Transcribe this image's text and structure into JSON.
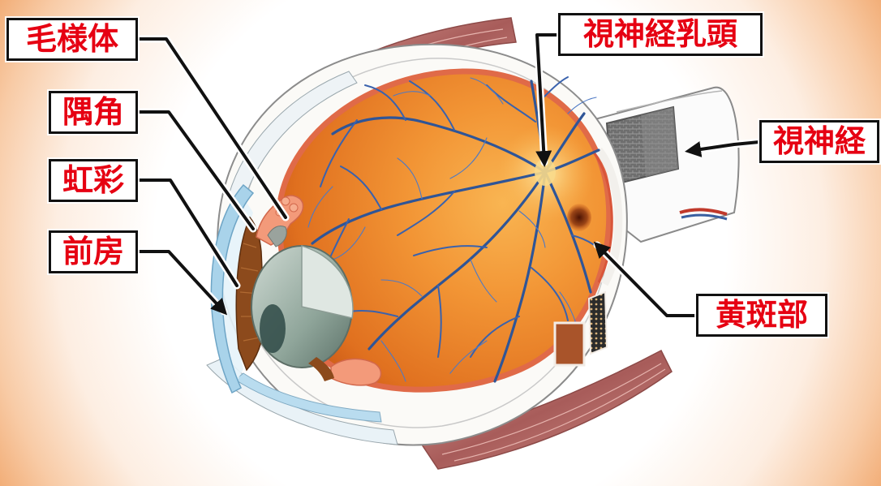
{
  "diagram": {
    "labels": {
      "ciliary_body": "毛様体",
      "angle": "隅角",
      "iris": "虹彩",
      "anterior_chamber": "前房",
      "optic_disc": "視神経乳頭",
      "optic_nerve": "視神経",
      "macula": "黄斑部"
    }
  },
  "colors": {
    "label_text": "#e60012",
    "label_border": "#111111",
    "label_background": "#ffffff",
    "leader_line": "#111111",
    "retina": "#ef8a2a",
    "vessels": "#2f5597"
  }
}
